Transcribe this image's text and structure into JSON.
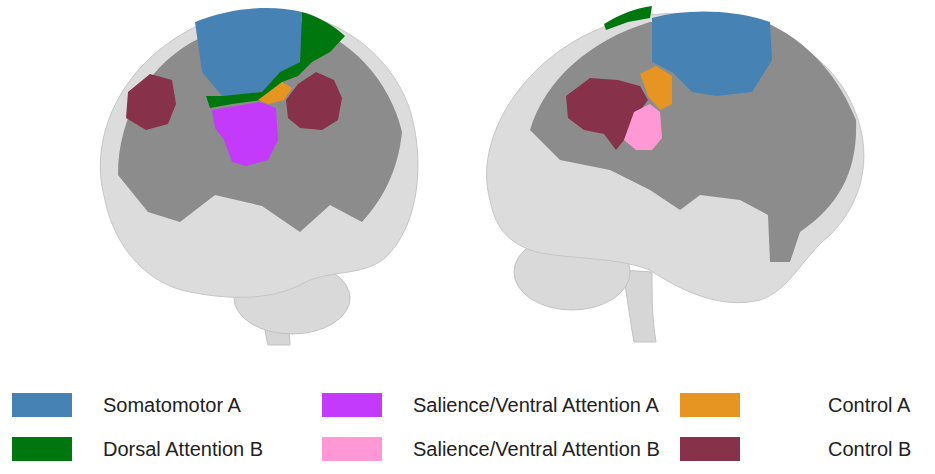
{
  "diagram": {
    "legend": [
      {
        "text": "Somatomotor A",
        "color": "#4682b4"
      },
      {
        "text": "Dorsal Attention B",
        "color": "#00760e"
      },
      {
        "text": "Salience/Ventral Attention A",
        "color": "#c43afa"
      },
      {
        "text": "Salience/Ventral Attention B",
        "color": "#ff98d5"
      },
      {
        "text": "Control A",
        "color": "#e69422"
      },
      {
        "text": "Control B",
        "color": "#87324a"
      }
    ]
  }
}
